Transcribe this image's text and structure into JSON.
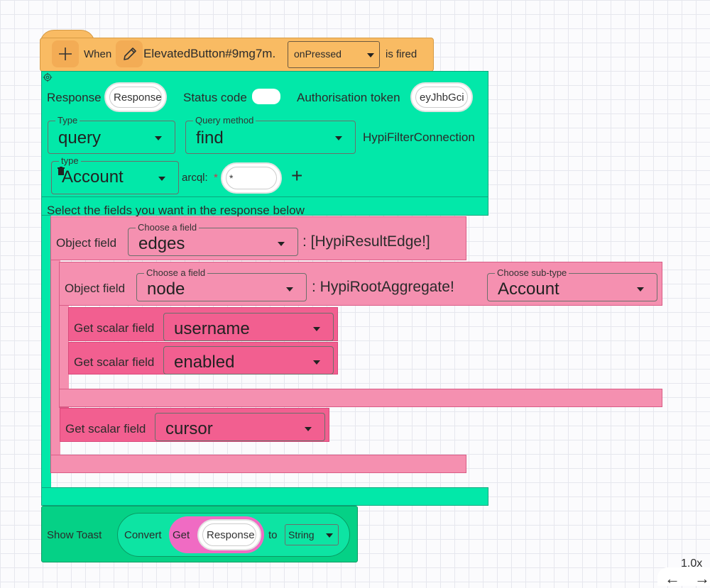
{
  "event": {
    "when_label": "When",
    "widget_name": "ElevatedButton#9mg7m.",
    "event_select": "onPressed",
    "fired_label": "is fired",
    "add_icon": "plus-icon",
    "edit_icon": "pencil-icon"
  },
  "query_block": {
    "response_label": "Response",
    "response_value": "Response",
    "status_code_label": "Status code",
    "status_code_value": "",
    "auth_label": "Authorisation token",
    "auth_value": "eyJhbGci",
    "type_legend": "Type",
    "type_value": "query",
    "method_legend": "Query method",
    "method_value": "find",
    "return_type": "HypiFilterConnection",
    "entity_legend": "type",
    "entity_value": "Account",
    "arcql_label": "arcql:",
    "arcql_required": "*",
    "arcql_value": "*",
    "add_label": "+",
    "fields_hint": "Select the fields you want in the response below"
  },
  "edges_block": {
    "label": "Object field",
    "legend": "Choose a field",
    "value": "edges",
    "type": ": [HypiResultEdge!]"
  },
  "node_block": {
    "label": "Object field",
    "legend": "Choose a field",
    "value": "node",
    "type": ": HypiRootAggregate!",
    "subtype_legend": "Choose sub-type",
    "subtype_value": "Account"
  },
  "scalar_fields": [
    {
      "label": "Get scalar field",
      "value": "username"
    },
    {
      "label": "Get scalar field",
      "value": "enabled"
    },
    {
      "label": "Get scalar field",
      "value": "cursor"
    }
  ],
  "toast_block": {
    "label": "Show Toast",
    "convert_label": "Convert",
    "get_label": "Get",
    "get_value": "Response",
    "to_label": "to",
    "to_select": "String"
  },
  "zoom": {
    "level": "1.0x",
    "left_arrow": "←",
    "right_arrow": "→"
  },
  "colors": {
    "event": "#f9bb63",
    "query": "#02e8a9",
    "toast": "#05d186",
    "object_field": "#f590b0",
    "scalar_field": "#f25f90"
  }
}
